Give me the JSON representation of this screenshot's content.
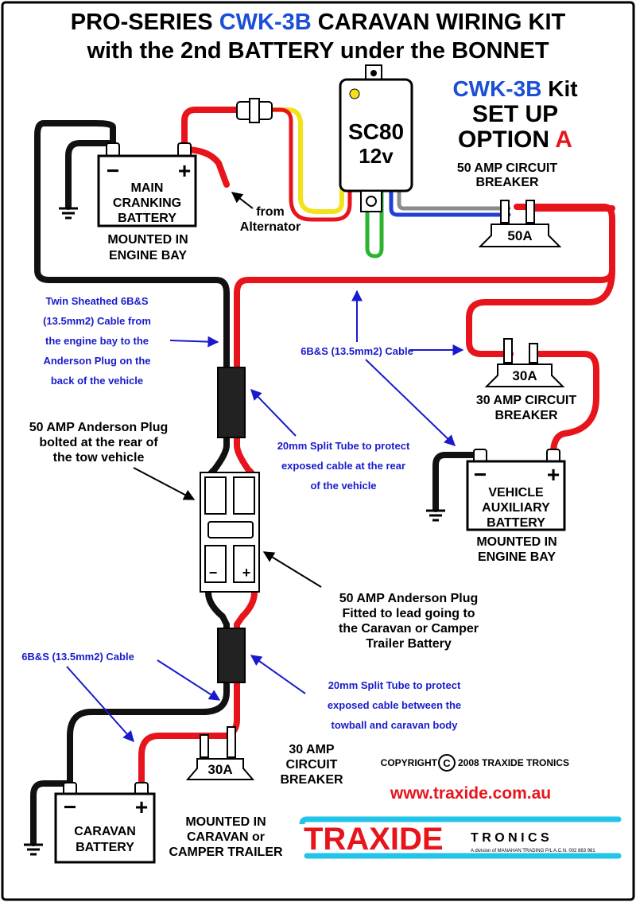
{
  "title": {
    "line1_prefix": "PRO-SERIES ",
    "line1_model": "CWK-3B",
    "line1_suffix": " CARAVAN WIRING KIT",
    "line2": "with the 2nd BATTERY under the BONNET"
  },
  "kit_heading": {
    "model": "CWK-3B",
    "kit": " Kit",
    "setup": "SET UP",
    "option": "OPTION ",
    "option_letter": "A"
  },
  "controller": {
    "model": "SC80",
    "voltage": "12v"
  },
  "main_battery": {
    "minus": "−",
    "plus": "+",
    "lines": [
      "MAIN",
      "CRANKING",
      "BATTERY"
    ],
    "mount_lines": [
      "MOUNTED IN",
      "ENGINE BAY"
    ]
  },
  "aux_battery": {
    "minus": "−",
    "plus": "+",
    "lines": [
      "VEHICLE",
      "AUXILIARY",
      "BATTERY"
    ],
    "mount_lines": [
      "MOUNTED IN",
      "ENGINE BAY"
    ]
  },
  "caravan_battery": {
    "minus": "−",
    "plus": "+",
    "lines": [
      "CARAVAN",
      "BATTERY"
    ],
    "mount_lines": [
      "MOUNTED IN",
      "CARAVAN or",
      "CAMPER TRAILER"
    ]
  },
  "breakers": {
    "b50": {
      "label": "50A",
      "caption": [
        "50 AMP CIRCUIT",
        "BREAKER"
      ]
    },
    "b30_upper": {
      "label": "30A",
      "caption": [
        "30 AMP CIRCUIT",
        "BREAKER"
      ]
    },
    "b30_lower": {
      "label": "30A",
      "caption": [
        "30 AMP",
        "CIRCUIT",
        "BREAKER"
      ]
    }
  },
  "from_alternator": [
    "from",
    "Alternator"
  ],
  "annotations": {
    "twin_sheathed": [
      "Twin Sheathed 6B&S",
      "(13.5mm2) Cable from",
      "the engine bay to the",
      "Anderson Plug on the",
      "back of the vehicle"
    ],
    "cable_mid": "6B&S (13.5mm2) Cable",
    "anderson_rear": [
      "50 AMP Anderson Plug",
      "bolted at the rear of",
      "the tow vehicle"
    ],
    "split_tube_rear": [
      "20mm Split Tube to protect",
      "exposed cable at the rear",
      "of the vehicle"
    ],
    "anderson_lead": [
      "50 AMP Anderson Plug",
      "Fitted to lead going to",
      "the Caravan or Camper",
      "Trailer Battery"
    ],
    "cable_low": "6B&S (13.5mm2) Cable",
    "split_tube_low": [
      "20mm Split Tube to protect",
      "exposed cable between the",
      "towball and caravan body"
    ]
  },
  "anderson_plug": {
    "minus": "−",
    "plus": "+"
  },
  "copyright": {
    "symbol": "C",
    "prefix": "COPYRIGHT ",
    "suffix": "2008 TRAXIDE TRONICS"
  },
  "website": "www.traxide.com.au",
  "logo": {
    "traxide": "TRAXIDE",
    "tronics": "T R O N I C S",
    "subline": "A division of MANAHAN TRADING P/L    A.C.N. 002 883 981"
  },
  "colors": {
    "wire_red": "#e8141c",
    "wire_black": "#111111",
    "wire_yellow": "#f2e21a",
    "wire_green": "#2db32d",
    "wire_blue": "#1f3fd6",
    "wire_grey": "#8c8c8c",
    "annotation_blue": "#1a1acc",
    "logo_cyan": "#22c4e8",
    "accent_red": "#e8141c"
  }
}
